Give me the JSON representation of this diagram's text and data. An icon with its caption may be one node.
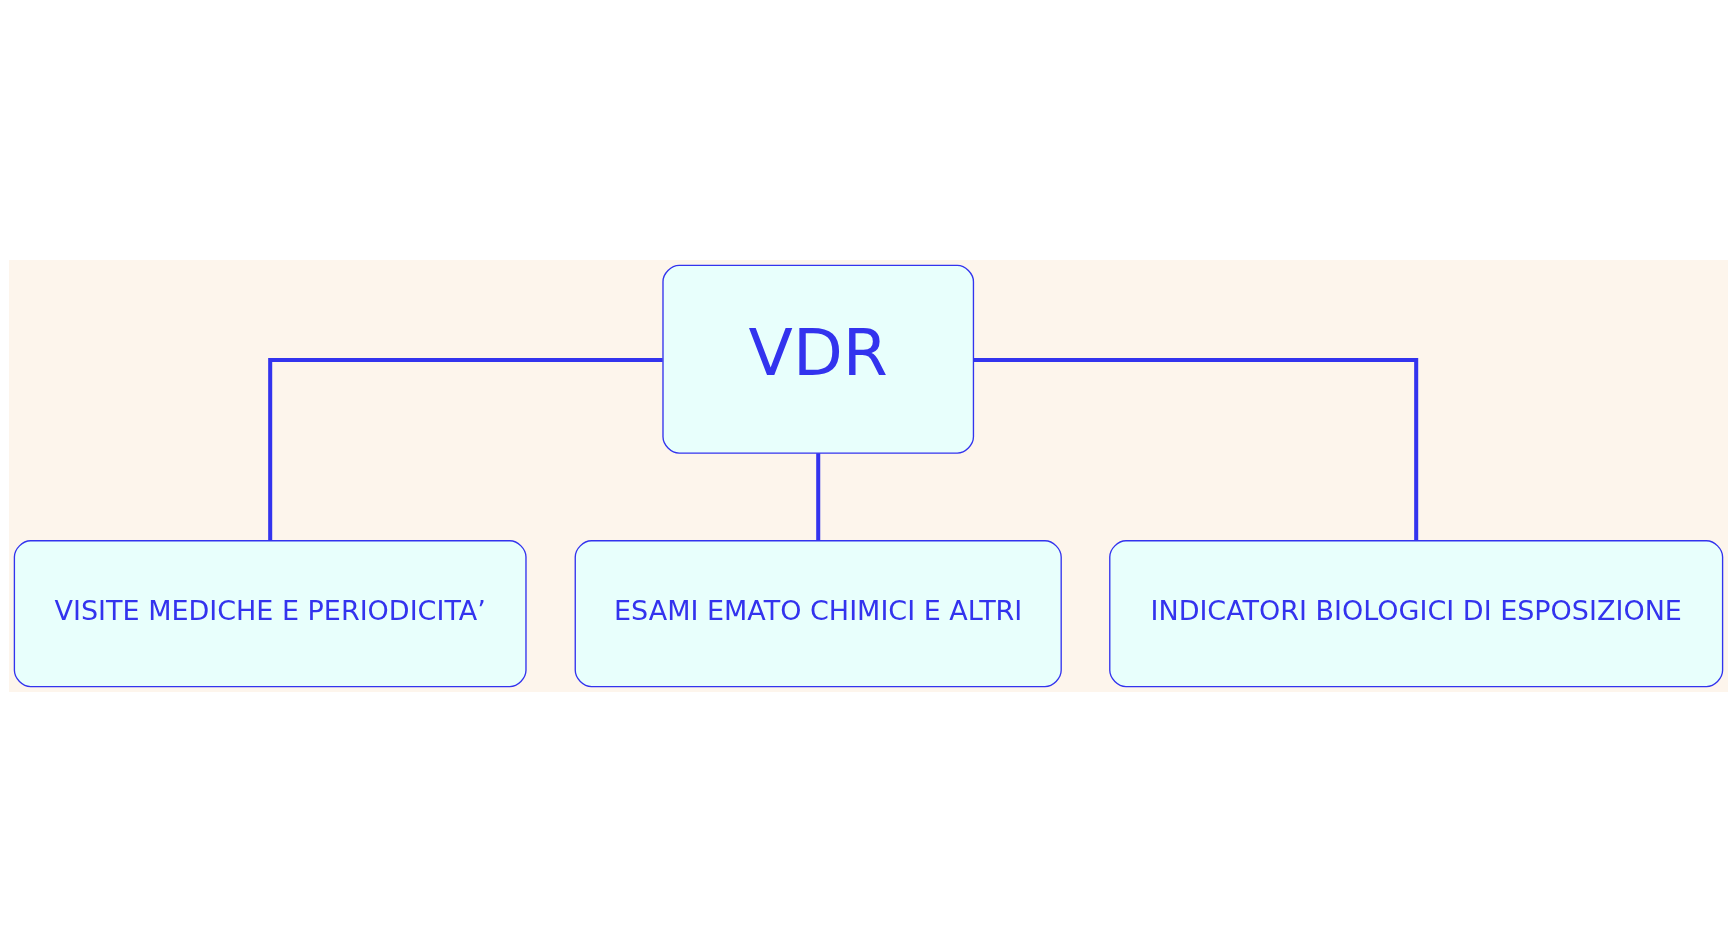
{
  "diagram": {
    "nodes": [
      {
        "text": [
          "VDR"
        ]
      },
      {
        "text": [
          "VISITE MEDICHE E PERIODICITA’"
        ]
      },
      {
        "text": [
          "ESAMI EMATO CHIMICI E ALTRI"
        ]
      },
      {
        "text": [
          "INDICATORI BIOLOGICI DI ESPOSIZIONE"
        ]
      }
    ],
    "edges": [
      {
        "from": 0,
        "to": 1,
        "arrow": "none"
      },
      {
        "from": 0,
        "to": 2,
        "arrow": "none"
      },
      {
        "from": 0,
        "to": 3,
        "arrow": "none"
      }
    ]
  }
}
